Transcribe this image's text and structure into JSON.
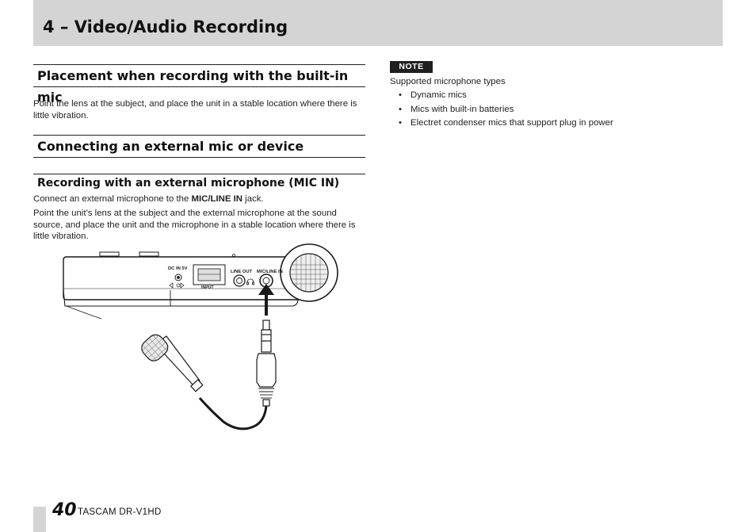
{
  "header": {
    "chapter_title": "4 – Video/Audio Recording"
  },
  "section_builtin": {
    "heading": "Placement when recording with the built-in mic",
    "body": "Point the lens at the subject, and place the unit in a stable location where there is little vibration."
  },
  "section_external": {
    "heading": "Connecting an external mic or device",
    "subheading": "Recording with an external microphone (MIC IN)",
    "connect_prefix": "Connect an external microphone to the ",
    "connect_jack": "MIC/LINE IN",
    "connect_suffix": " jack.",
    "placement": "Point the unit’s lens at the subject and the external microphone at the sound source, and place the unit and the microphone in a stable location where there is little vibration."
  },
  "note": {
    "badge": "NOTE",
    "intro": "Supported microphone types",
    "items": [
      "Dynamic mics",
      "Mics with built-in batteries",
      "Electret condenser mics that support plug in power"
    ]
  },
  "illustration": {
    "dc_label": "DC IN 5V",
    "input_label": "INPUT",
    "line_out_label": "LINE OUT",
    "mic_label": "MIC/LINE IN"
  },
  "footer": {
    "page_number": "40",
    "product": "TASCAM  DR-V1HD"
  }
}
